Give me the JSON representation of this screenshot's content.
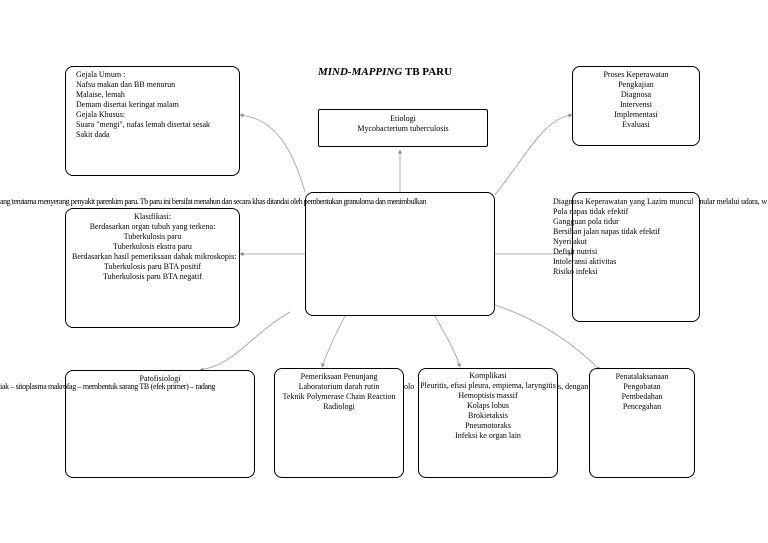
{
  "title": {
    "italic_part": "MIND-MAPPING",
    "normal_part": " TB PARU"
  },
  "nodes": {
    "gejala": {
      "lines": [
        "Gejala Umum :",
        "Nafsu makan dan BB menurun",
        "Malaise, lemah",
        "Demam disertai keringat malam",
        "Gejala Khusus:",
        "Suara \"mengi\", nafas lemah disertai sesak",
        "Sakit dada"
      ]
    },
    "etiologi": {
      "lines": [
        "Etiologi",
        "Mycobacterium tuberculosis"
      ]
    },
    "proses": {
      "lines": [
        "Proses Keperawatan",
        "Pengkajian",
        "Diagnosa",
        "Intervensi",
        "Implementasi",
        "Evaluasi"
      ]
    },
    "definisi": {
      "left_overflow": "ang terutama menyerang penyakit parenkim paru. Tb paru ini bersifat menahun dan secara khas ditandai oleh pembentukan granuloma dan menimbulkan",
      "right_overflow": "menular melalui udara, w"
    },
    "klasifikasi": {
      "lines": [
        "Klasifikasi:",
        "Berdasarkan organ tubuh yang terkena:",
        "Tuberkulosis paru",
        "Tuberkulosis ekstra paru",
        "Berdasarkan hasil pemeriksaan dahak mikroskopis:",
        "Tuberkulosis paru BTA positif",
        "Tuberkulosis paru BTA negatif"
      ]
    },
    "diagnosa": {
      "lines": [
        "Diagnosa Keperawatan yang Lazim muncul",
        "Pola napas tidak efektif",
        "Gangguan pola tidur",
        "Bersihan jalan napas tidak efektif",
        "Nyeri akut",
        "Defisit nutrisi",
        "Intoleransi aktivitas",
        "Risiko infeksi"
      ]
    },
    "patofisiologi": {
      "lines": [
        "Patofisiologi"
      ],
      "overflow": "iak – sitoplasma makrofag – membentuk sarang TB (efek primer) – radang"
    },
    "pemeriksaan": {
      "lines": [
        "Pemeriksaan Penunjang",
        "Laboratorium darah rutin",
        "Teknik Polymerase Chain Reaction",
        "Radiologi"
      ],
      "right_overflow": "olo"
    },
    "komplikasi": {
      "lines": [
        "Komplikasi",
        "Pleuritis, efusi pleura, empiema, laryngitis",
        "Hemoptisis massif",
        "Kolaps lobus",
        "Brokietaksis",
        "Pneumotoraks",
        "Infeksi ke organ lain"
      ],
      "right_overflow": "s, dengan"
    },
    "penatalaksanaan": {
      "lines": [
        "Penatalaksanaan",
        "Pengobatan",
        "Pembedahan",
        "Pencegahan"
      ]
    }
  }
}
